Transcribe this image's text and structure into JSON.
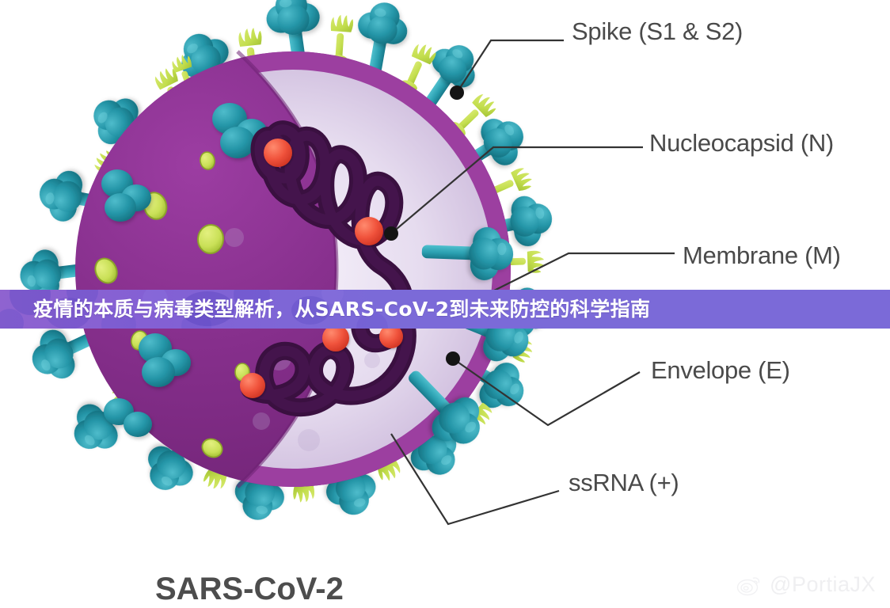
{
  "diagram": {
    "title": "SARS-CoV-2",
    "subject": "coronavirus-structure-diagram",
    "labels": [
      {
        "id": "spike",
        "text": "Spike (S1 & S2)",
        "icon": "leader-line"
      },
      {
        "id": "nucleocapsid",
        "text": "Nucleocapsid (N)",
        "icon": "leader-line"
      },
      {
        "id": "membrane",
        "text": "Membrane (M)",
        "icon": "leader-line"
      },
      {
        "id": "envelope",
        "text": "Envelope (E)",
        "icon": "leader-line"
      },
      {
        "id": "ssrna",
        "text": "ssRNA (+)",
        "icon": "leader-line"
      }
    ],
    "colors": {
      "spike_protein": "#2596a8",
      "spike_protein_dark": "#15707f",
      "envelope_protein": "#c3de4e",
      "envelope_protein_dark": "#a8c43a",
      "membrane_outer": "#7b2a80",
      "membrane_inner": "#8f3694",
      "membrane_ring": "#9c3fa0",
      "nucleoplasm": "#e6dcef",
      "rna_strand": "#3a1040",
      "nucleocapsid_bead": "#f0533c",
      "label_text": "#4a4a4a",
      "leader_line": "#333333",
      "background": "#ffffff"
    }
  },
  "banner": {
    "text": "疫情的本质与病毒类型解析，从SARS-CoV-2到未来防控的科学指南",
    "background": "#7b6ad8",
    "gradient_from": "#8e63cf",
    "gradient_to": "#7b6ad8",
    "text_color": "#ffffff"
  },
  "watermark": {
    "handle": "@PortiaJX",
    "icon": "weibo-icon",
    "color": "#e2e2e6"
  }
}
